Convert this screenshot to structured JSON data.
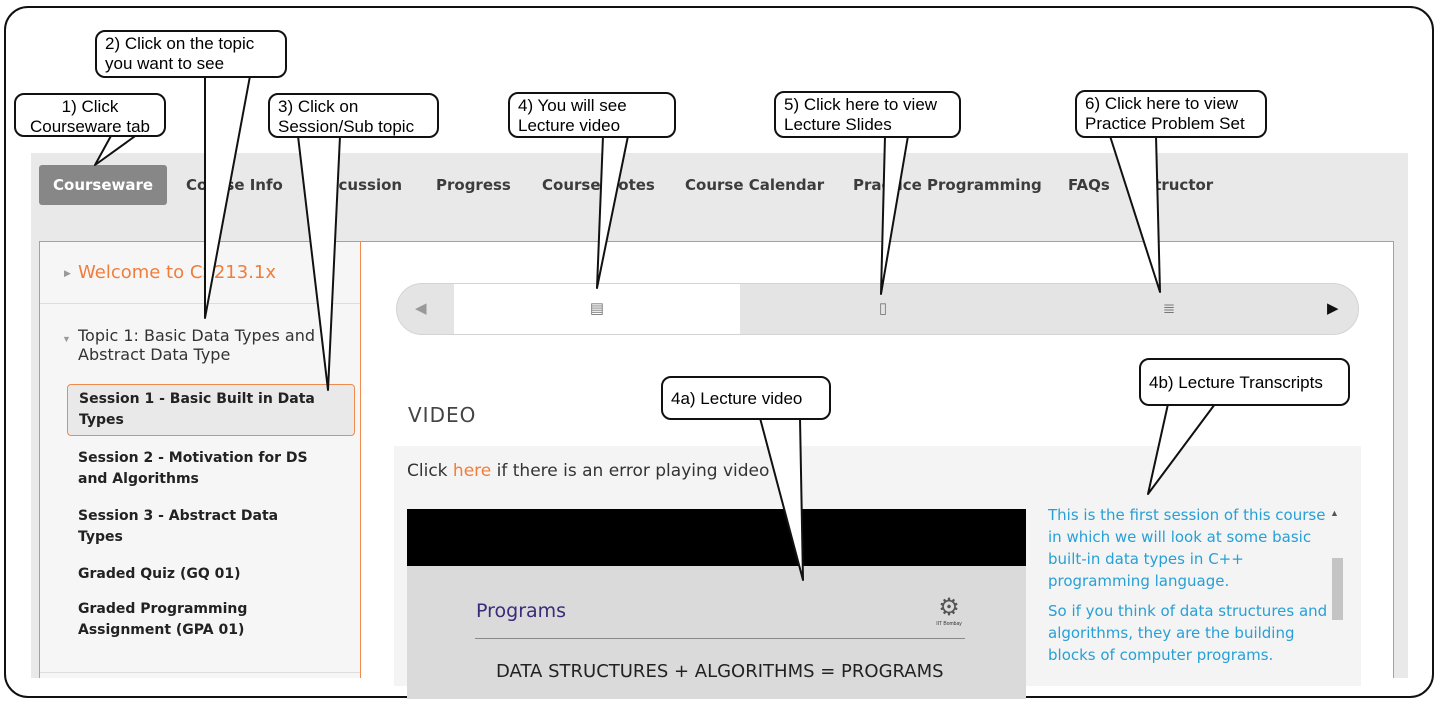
{
  "navbar": {
    "tabs": [
      {
        "label": "Courseware",
        "active": true
      },
      {
        "label": "Course Info"
      },
      {
        "label": "Discussion"
      },
      {
        "label": "Progress"
      },
      {
        "label": "Course Notes"
      },
      {
        "label": "Course Calendar"
      },
      {
        "label": "Practice Programming"
      },
      {
        "label": "FAQs"
      },
      {
        "label": "Instructor"
      }
    ]
  },
  "sidebar": {
    "welcome": "Welcome to CS213.1x",
    "topic": "Topic 1: Basic Data Types and Abstract Data Type",
    "items": [
      {
        "label": "Session 1 - Basic Built in Data Types",
        "active": true
      },
      {
        "label": "Session 2 - Motivation for DS and Algorithms"
      },
      {
        "label": "Session 3 - Abstract Data Types"
      },
      {
        "label": "Graded Quiz (GQ 01)"
      },
      {
        "label": "Graded Programming Assignment (GPA 01)"
      }
    ]
  },
  "sequence_nav": {
    "prev_icon": "◀",
    "next_icon": "▶",
    "tabs": [
      {
        "icon": "video-icon",
        "glyph": "▤",
        "active": true
      },
      {
        "icon": "document-icon",
        "glyph": "▯"
      },
      {
        "icon": "problem-list-icon",
        "glyph": "≣"
      }
    ]
  },
  "video": {
    "heading": "VIDEO",
    "error_prefix": "Click ",
    "error_link": "here",
    "error_suffix": " if there is an error playing video",
    "slide_title": "Programs",
    "slide_logo_caption": "IIT Bombay",
    "slide_body": "DATA STRUCTURES + ALGORITHMS = PROGRAMS"
  },
  "transcript": {
    "paragraphs": [
      "This is the first session of this course in which we will look at some basic built-in data types in C++ programming language.",
      "So if you think of data structures and algorithms, they are the building blocks of computer programs."
    ]
  },
  "callouts": {
    "c1": "1) Click\nCourseware tab",
    "c2": "2) Click on the topic\nyou want to see",
    "c3": "3) Click on\nSession/Sub topic",
    "c4": "4) You will see\nLecture video",
    "c5": "5) Click here to view\nLecture Slides",
    "c6": "6) Click here to view\nPractice Problem Set",
    "c4a": "4a) Lecture video",
    "c4b": "4b) Lecture Transcripts"
  },
  "colors": {
    "accent": "#f07d3c",
    "transcript_text": "#27a0d6",
    "active_tab": "#878787"
  }
}
